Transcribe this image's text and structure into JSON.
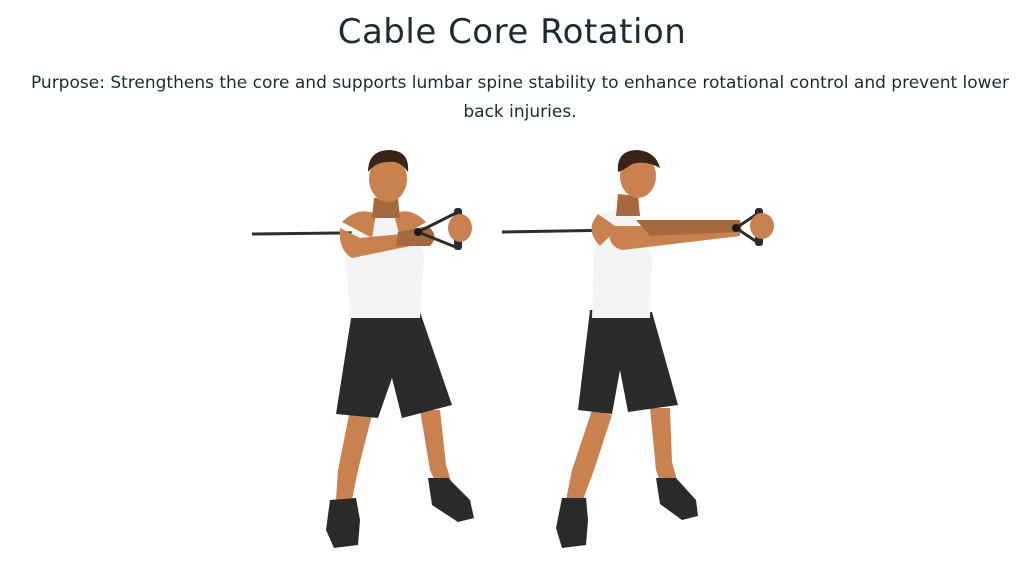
{
  "page": {
    "title": "Cable Core Rotation",
    "purpose": "Purpose: Strengthens the core and supports lumbar spine stability to enhance rotational control and prevent lower back injuries."
  },
  "illustration": {
    "figures": [
      {
        "name": "start-position-figure"
      },
      {
        "name": "rotated-position-figure"
      }
    ],
    "colors": {
      "skin": "#c9824f",
      "skin_shadow": "#a8683d",
      "hair": "#3a2418",
      "tank_top": "#f2f4f5",
      "shorts": "#2b2b2b",
      "shoes": "#2a2a2a",
      "cable": "#2d2d2d"
    }
  }
}
